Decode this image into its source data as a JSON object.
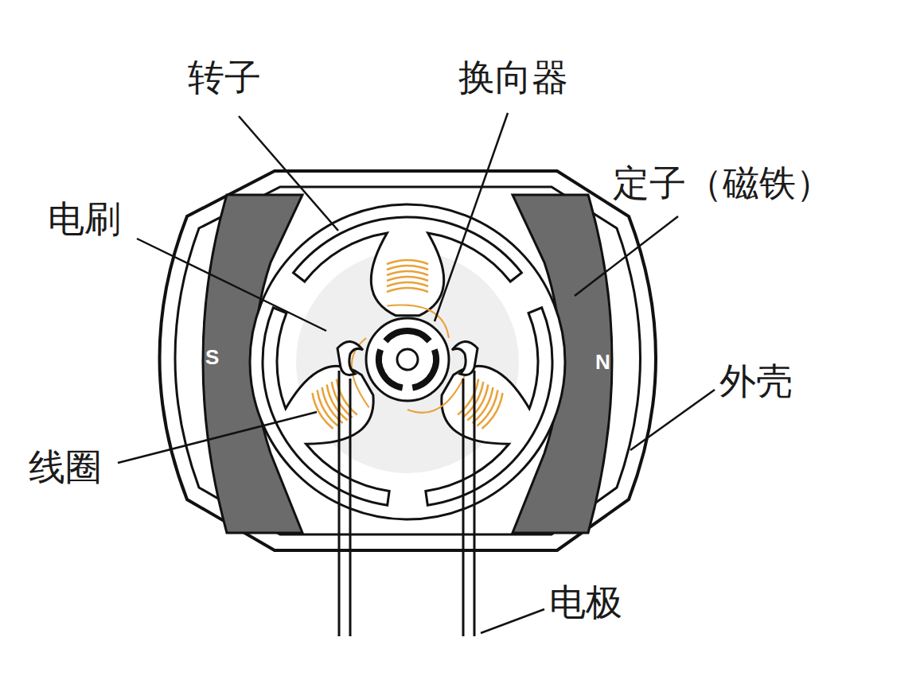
{
  "diagram": {
    "labels": [
      "转子",
      "换向器",
      "定子（磁铁）",
      "电刷",
      "S",
      "N",
      "外壳",
      "线圈",
      "电极"
    ]
  }
}
